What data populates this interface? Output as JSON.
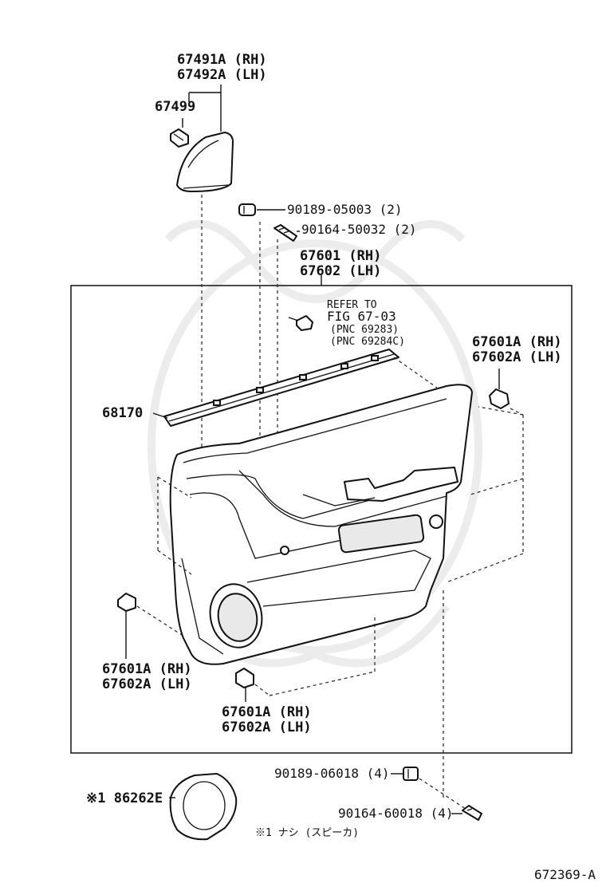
{
  "diagram_id": "672369-A",
  "labels": {
    "trim_rear_cover": [
      "67491A (RH)",
      "67492A (LH)"
    ],
    "clip_67499": "67499",
    "clip_90189_05003": "90189-05003 (2)",
    "screw_90164_50032": "90164-50032 (2)",
    "door_trim_panel": [
      "67601 (RH)",
      "67602 (LH)"
    ],
    "refer_to": [
      "REFER TO",
      "FIG 67-03",
      "(PNC 69283)",
      "(PNC 69284C)"
    ],
    "clip_upper_right": [
      "67601A (RH)",
      "67602A (LH)"
    ],
    "weatherstrip_68170": "68170",
    "clip_lower_left": [
      "67601A (RH)",
      "67602A (LH)"
    ],
    "clip_lower_middle": [
      "67601A (RH)",
      "67602A (LH)"
    ],
    "clip_90189_06018": "90189-06018 (4)",
    "screw_90164_60018": "90164-60018 (4)",
    "speaker_ring": "※1  86262E",
    "footnote": "※1  ナシ (スピーカ)"
  }
}
